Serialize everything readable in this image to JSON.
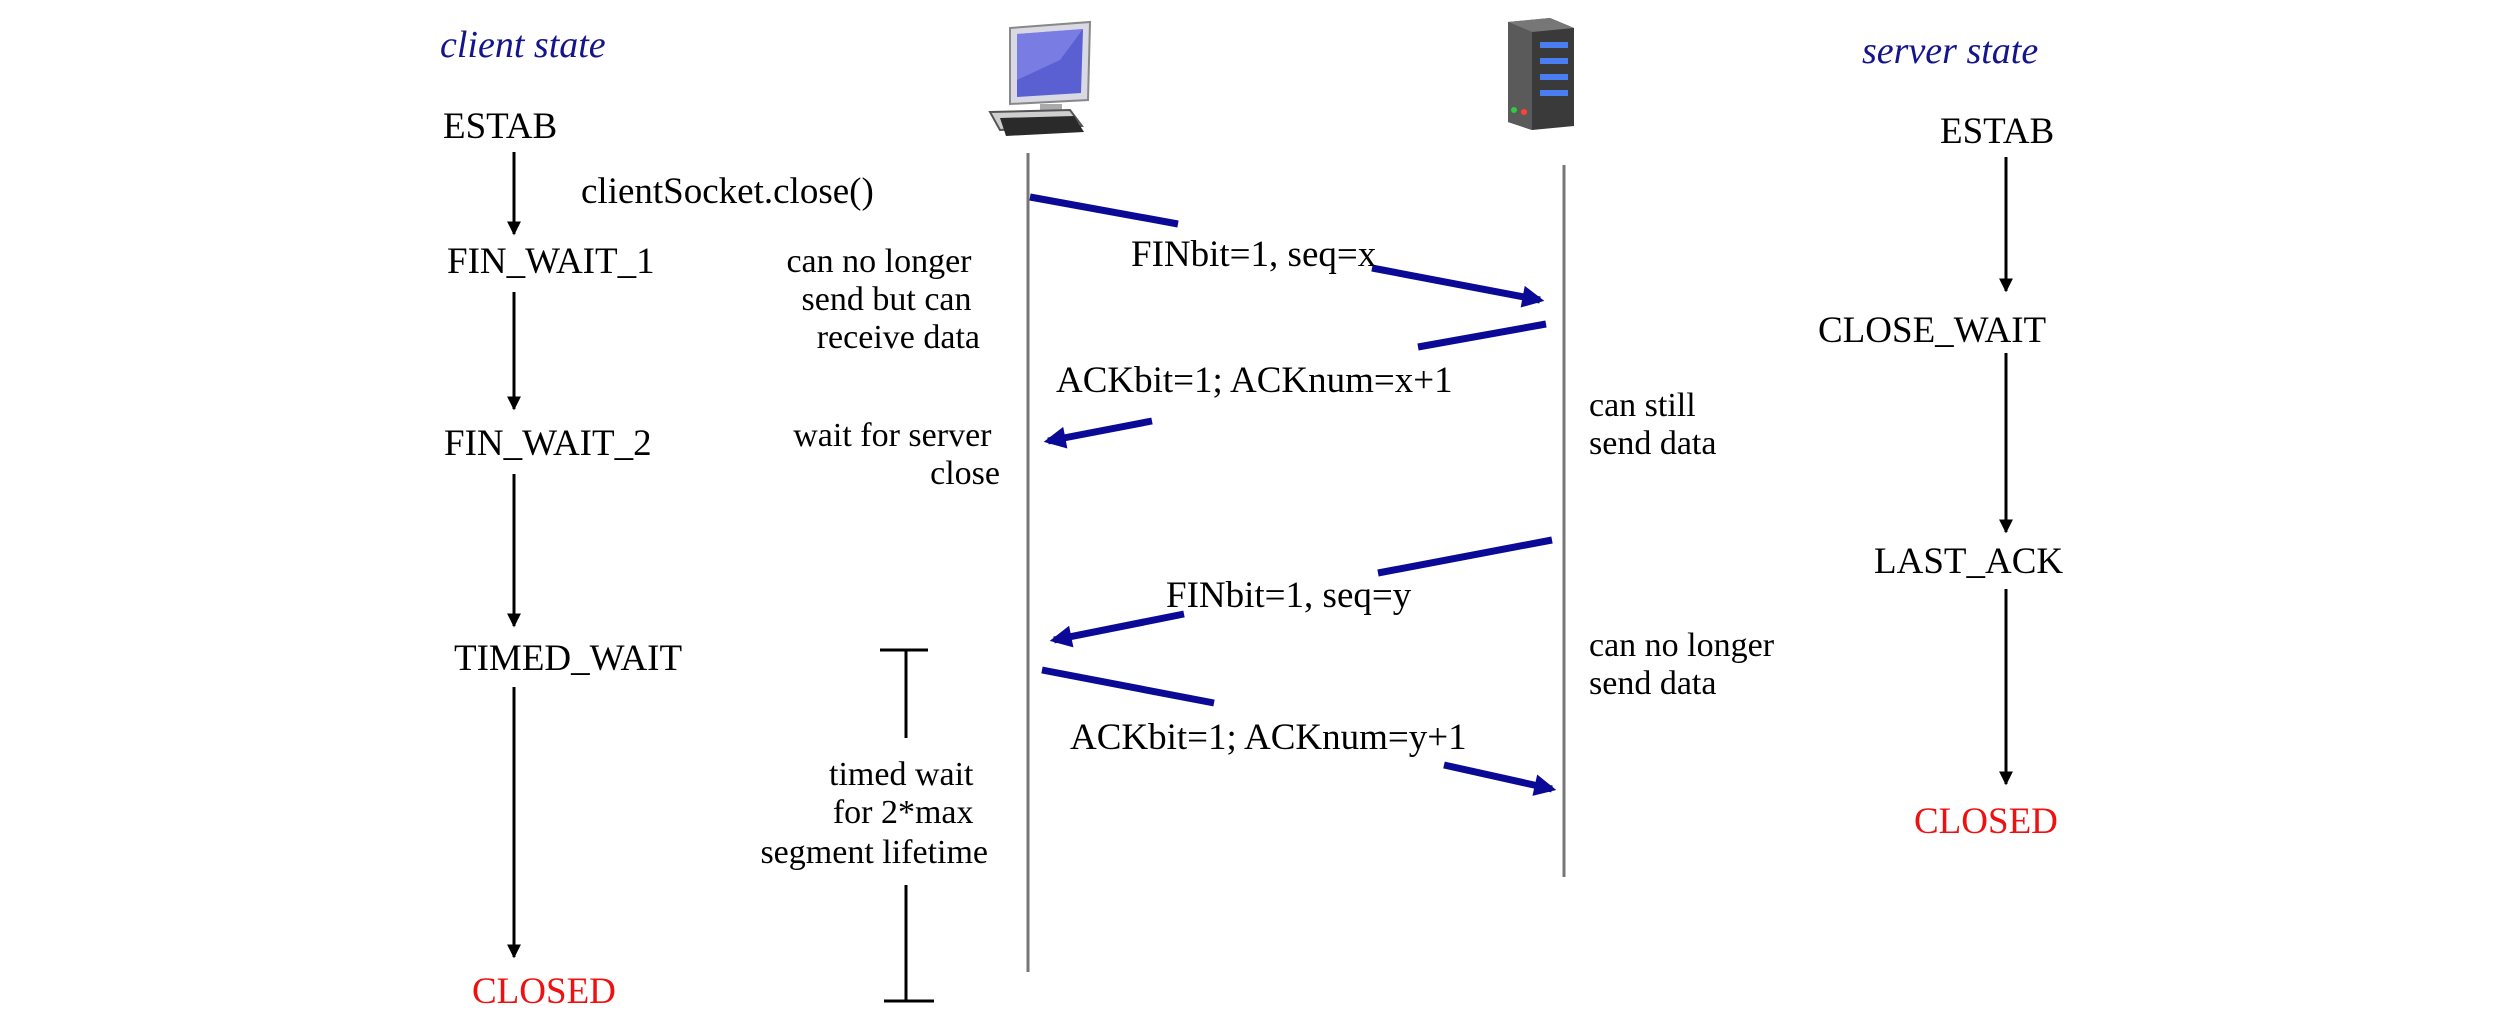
{
  "colors": {
    "title": "#14148c",
    "closed": "#ee1111",
    "message_arrow": "#0a0a96",
    "line": "#000000",
    "timeline": "#777777"
  },
  "icons": {
    "client": "desktop-computer-icon",
    "server": "server-tower-icon"
  },
  "client": {
    "title": "client state",
    "states": [
      "ESTAB",
      "FIN_WAIT_1",
      "FIN_WAIT_2",
      "TIMED_WAIT",
      "CLOSED"
    ],
    "action": "clientSocket.close()"
  },
  "server": {
    "title": "server state",
    "states": [
      "ESTAB",
      "CLOSE_WAIT",
      "LAST_ACK",
      "CLOSED"
    ]
  },
  "messages": [
    "FINbit=1, seq=x",
    "ACKbit=1; ACKnum=x+1",
    "FINbit=1, seq=y",
    "ACKbit=1; ACKnum=y+1"
  ],
  "notes": {
    "client_fw1": [
      "can no longer",
      "send but can",
      "receive data"
    ],
    "client_fw2": [
      "wait for server",
      "close"
    ],
    "timed_wait": [
      "timed wait",
      "for 2*max",
      "segment lifetime"
    ],
    "server_still": [
      "can still",
      "send data"
    ],
    "server_no_longer": [
      "can no longer",
      "send data"
    ]
  }
}
